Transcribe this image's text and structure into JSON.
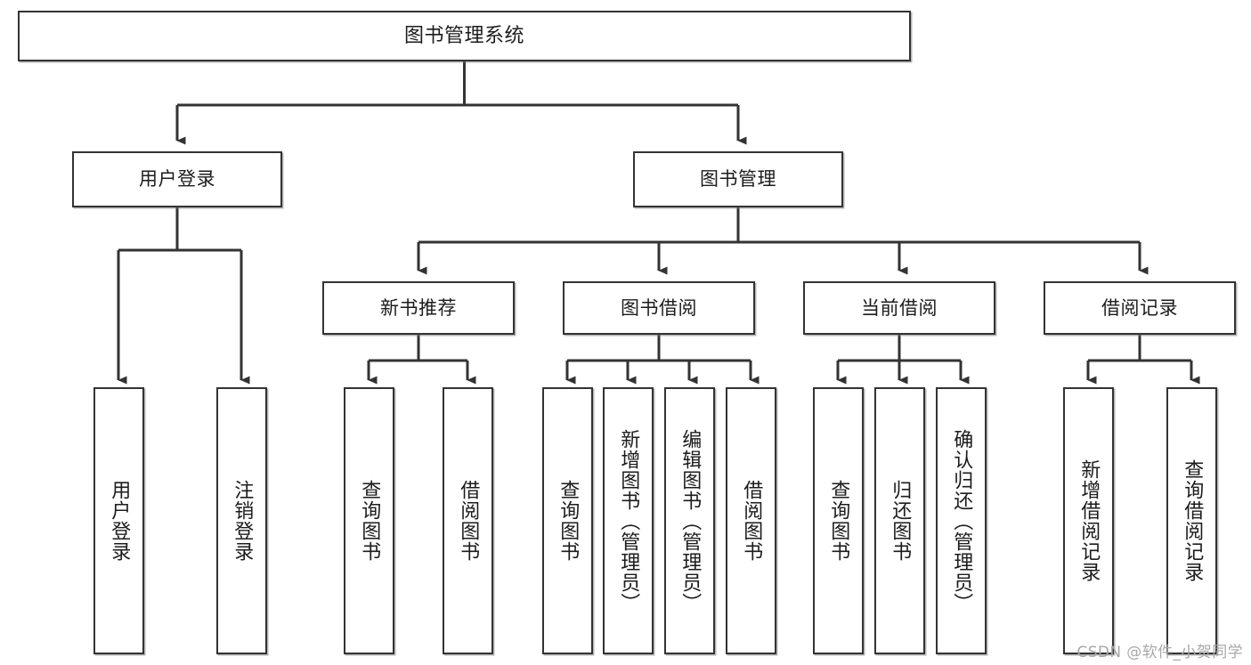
{
  "diagram": {
    "title": "图书管理系统",
    "type": "hierarchy-tree",
    "watermark": "CSDN @软件_小贺同学",
    "colors": {
      "background": "#ffffff",
      "node_border": "#333333",
      "node_fill": "#ffffff",
      "edge": "#333333",
      "text": "#1c1c1c",
      "watermark": "#a8a8a8"
    },
    "nodes": {
      "root": {
        "label": "图书管理系统"
      },
      "level2": [
        {
          "id": "user-login",
          "label": "用户登录"
        },
        {
          "id": "book-manage",
          "label": "图书管理"
        }
      ],
      "level3": [
        {
          "id": "new-book-recommend",
          "label": "新书推荐"
        },
        {
          "id": "book-borrow",
          "label": "图书借阅"
        },
        {
          "id": "current-borrow",
          "label": "当前借阅"
        },
        {
          "id": "borrow-record",
          "label": "借阅记录"
        }
      ],
      "leaves": {
        "user_login": [
          {
            "id": "leaf-user-login",
            "label": "用户登录"
          },
          {
            "id": "leaf-logout-login",
            "label": "注销登录"
          }
        ],
        "new_book_recommend": [
          {
            "id": "leaf-query-book-1",
            "label": "查询图书"
          },
          {
            "id": "leaf-borrow-book-1",
            "label": "借阅图书"
          }
        ],
        "book_borrow": [
          {
            "id": "leaf-query-book-2",
            "label": "查询图书"
          },
          {
            "id": "leaf-add-book",
            "label": "新增图书（管理员）"
          },
          {
            "id": "leaf-edit-book",
            "label": "编辑图书（管理员）"
          },
          {
            "id": "leaf-borrow-book-2",
            "label": "借阅图书"
          }
        ],
        "current_borrow": [
          {
            "id": "leaf-query-book-3",
            "label": "查询图书"
          },
          {
            "id": "leaf-return-book",
            "label": "归还图书"
          },
          {
            "id": "leaf-confirm-return",
            "label": "确认归还（管理员）"
          }
        ],
        "borrow_record": [
          {
            "id": "leaf-add-record",
            "label": "新增借阅记录"
          },
          {
            "id": "leaf-query-record",
            "label": "查询借阅记录"
          }
        ]
      }
    }
  }
}
